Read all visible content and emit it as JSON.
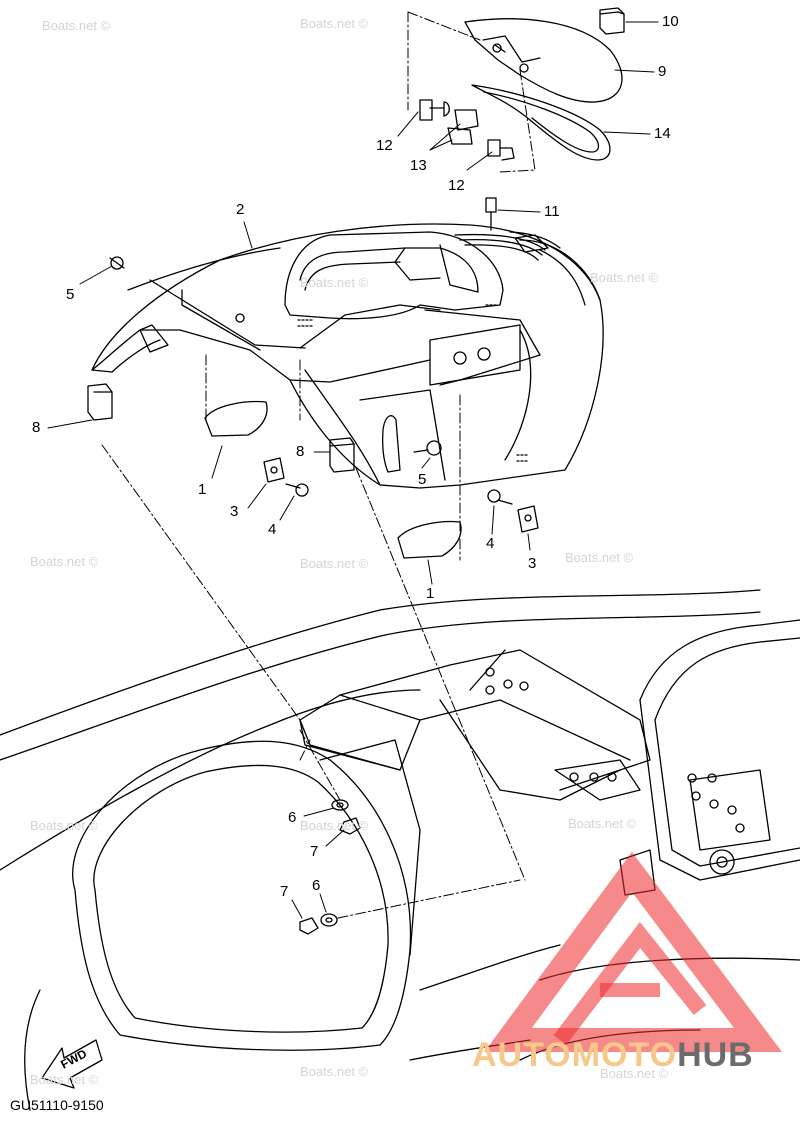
{
  "diagram": {
    "callouts": [
      {
        "id": "c10",
        "text": "10"
      },
      {
        "id": "c9",
        "text": "9"
      },
      {
        "id": "c14",
        "text": "14"
      },
      {
        "id": "c12a",
        "text": "12"
      },
      {
        "id": "c13",
        "text": "13"
      },
      {
        "id": "c12b",
        "text": "12"
      },
      {
        "id": "c11",
        "text": "11"
      },
      {
        "id": "c2",
        "text": "2"
      },
      {
        "id": "c5a",
        "text": "5"
      },
      {
        "id": "c8a",
        "text": "8"
      },
      {
        "id": "c1a",
        "text": "1"
      },
      {
        "id": "c3a",
        "text": "3"
      },
      {
        "id": "c4a",
        "text": "4"
      },
      {
        "id": "c8b",
        "text": "8"
      },
      {
        "id": "c5b",
        "text": "5"
      },
      {
        "id": "c4b",
        "text": "4"
      },
      {
        "id": "c3b",
        "text": "3"
      },
      {
        "id": "c1b",
        "text": "1"
      },
      {
        "id": "c6a",
        "text": "6"
      },
      {
        "id": "c7a",
        "text": "7"
      },
      {
        "id": "c7b",
        "text": "7"
      },
      {
        "id": "c6b",
        "text": "6"
      }
    ],
    "fwd_label": "FWD",
    "drawing_code": "GU51110-9150"
  },
  "watermark": {
    "text": "Boats.net ©",
    "color": "#d4d4d4"
  },
  "logo": {
    "part_a": "AUTOMOTO",
    "part_b": "HUB",
    "accent_color": "#f6c889",
    "triangle_color": "#ee2a2a"
  }
}
